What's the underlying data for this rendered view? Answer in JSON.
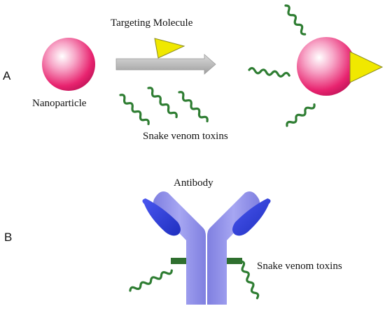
{
  "panel_a": {
    "letter": "A",
    "targeting_label": "Targeting Molecule",
    "nanoparticle_label": "Nanoparticle",
    "toxins_label": "Snake venom toxins"
  },
  "panel_b": {
    "letter": "B",
    "antibody_label": "Antibody",
    "toxins_label": "Snake venom toxins"
  },
  "colors": {
    "nanoparticle": "#e8236f",
    "toxin": "#2e7d32",
    "targeting": "#f0e800",
    "arrow": "#bdbdbd",
    "antibody_heavy": "#9999ee",
    "antibody_light": "#3344dd",
    "linker": "#2f6f2f"
  }
}
